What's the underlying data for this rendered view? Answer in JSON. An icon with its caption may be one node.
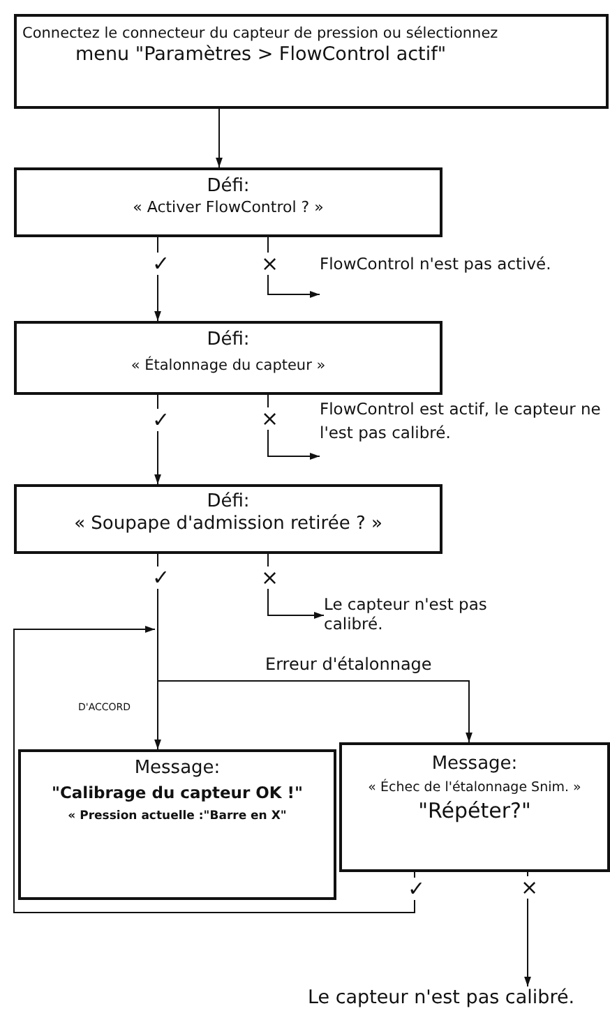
{
  "diagram": {
    "nodes": [
      {
        "text": [
          "Connectez le connecteur du capteur de pression ou sélectionnez",
          "menu \"Paramètres > FlowControl actif\""
        ]
      },
      {
        "text": [
          "Défi:",
          "« Activer FlowControl ? »"
        ]
      },
      {
        "text": [
          "FlowControl n'est pas activé."
        ]
      },
      {
        "text": [
          "Défi:",
          "« Étalonnage du capteur »"
        ]
      },
      {
        "text": [
          "FlowControl est actif, le capteur ne l'est pas calibré."
        ]
      },
      {
        "text": [
          "Défi:",
          "« Soupape d'admission retirée ? »"
        ]
      },
      {
        "text": [
          "Le capteur n'est pas calibré."
        ]
      },
      {
        "text": [
          "Message:",
          "\"Calibrage du capteur OK !\"",
          "« Pression actuelle :\"Barre en X\""
        ]
      },
      {
        "text": [
          "Message:",
          "« Échec de l'étalonnage Snim. »",
          "\"Répéter?\""
        ]
      },
      {
        "text": [
          "Le capteur n'est pas calibré."
        ]
      }
    ],
    "edges": [
      {
        "from": 0,
        "to": 1,
        "arrow": "to"
      },
      {
        "from": 1,
        "to": 3,
        "arrow": "to"
      },
      {
        "from": 1,
        "to": 2,
        "arrow": "to"
      },
      {
        "from": 3,
        "to": 5,
        "arrow": "to"
      },
      {
        "from": 3,
        "to": 4,
        "arrow": "to"
      },
      {
        "from": 5,
        "to": 6,
        "arrow": "to"
      },
      {
        "from": 5,
        "to": 7,
        "arrow": "to",
        "label": "D'ACCORD"
      },
      {
        "from": 5,
        "to": 8,
        "arrow": "to",
        "label": "Erreur d'étalonnage"
      },
      {
        "from": 8,
        "to": null,
        "arrow": "to"
      },
      {
        "from": 8,
        "to": 9,
        "arrow": "to"
      }
    ],
    "labels": [
      "✓",
      "×",
      "✓",
      "×",
      "✓",
      "×",
      "✓",
      "×"
    ]
  }
}
